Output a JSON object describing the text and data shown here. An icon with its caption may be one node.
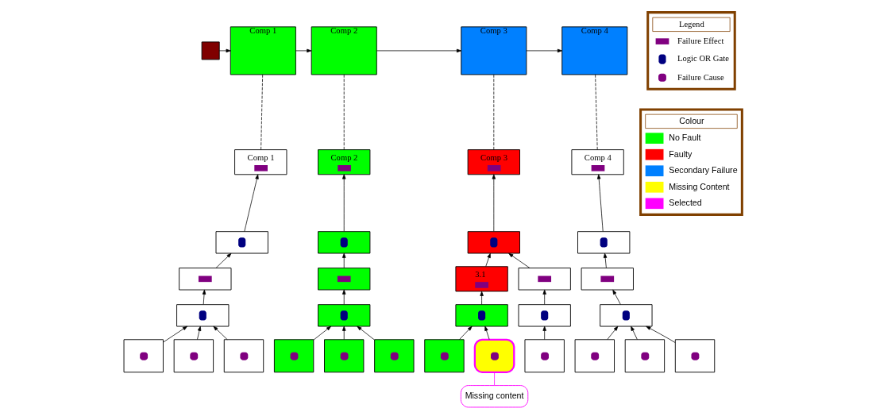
{
  "diagram": {
    "nodes": [
      {
        "text": [],
        "shape": "box"
      },
      {
        "text": [
          "Comp 1"
        ]
      },
      {
        "text": [
          "Comp 2"
        ]
      },
      {
        "text": [
          "Comp 3"
        ]
      },
      {
        "text": [
          "Comp 4"
        ]
      },
      {
        "text": [
          "Comp 1"
        ]
      },
      {
        "text": [],
        "shape": "box"
      },
      {
        "text": [],
        "shape": "box"
      },
      {
        "text": [],
        "shape": "box"
      },
      {
        "text": [],
        "shape": "box"
      },
      {
        "text": [],
        "shape": "box"
      },
      {
        "text": [],
        "shape": "box"
      },
      {
        "text": [
          "Comp 2"
        ]
      },
      {
        "text": [],
        "shape": "box"
      },
      {
        "text": [],
        "shape": "box"
      },
      {
        "text": [],
        "shape": "box"
      },
      {
        "text": [],
        "shape": "box"
      },
      {
        "text": [],
        "shape": "box"
      },
      {
        "text": [],
        "shape": "box"
      },
      {
        "text": [
          "Comp 3"
        ]
      },
      {
        "text": [],
        "shape": "box"
      },
      {
        "text": [
          "3.1"
        ]
      },
      {
        "text": [],
        "shape": "box"
      },
      {
        "text": [],
        "shape": "box"
      },
      {
        "text": [],
        "shape": "box"
      },
      {
        "text": [],
        "shape": "box"
      },
      {
        "text": [],
        "shape": "box"
      },
      {
        "text": [],
        "shape": "box"
      },
      {
        "text": [
          "Missing content"
        ]
      },
      {
        "text": [
          "Comp 4"
        ]
      },
      {
        "text": [],
        "shape": "box"
      },
      {
        "text": [],
        "shape": "box"
      },
      {
        "text": [],
        "shape": "box"
      },
      {
        "text": [],
        "shape": "box"
      },
      {
        "text": [],
        "shape": "box"
      },
      {
        "text": [],
        "shape": "box"
      }
    ],
    "edges": [
      {
        "from": 0,
        "to": 1,
        "arrow": "to"
      },
      {
        "from": 1,
        "to": 2,
        "arrow": "to"
      },
      {
        "from": 2,
        "to": 3,
        "arrow": "to"
      },
      {
        "from": 3,
        "to": 4,
        "arrow": "to"
      },
      {
        "from": 1,
        "to": 5,
        "arrow": "none",
        "style": "dashed"
      },
      {
        "from": 2,
        "to": 12,
        "arrow": "none",
        "style": "dashed"
      },
      {
        "from": 3,
        "to": 19,
        "arrow": "none",
        "style": "dashed"
      },
      {
        "from": 4,
        "to": 29,
        "arrow": "none",
        "style": "dashed"
      },
      {
        "from": 6,
        "to": 5,
        "arrow": "to"
      },
      {
        "from": 7,
        "to": 6,
        "arrow": "to"
      },
      {
        "from": 8,
        "to": 7,
        "arrow": "to"
      },
      {
        "from": 9,
        "to": 8,
        "arrow": "to"
      },
      {
        "from": 10,
        "to": 8,
        "arrow": "to"
      },
      {
        "from": 11,
        "to": 8,
        "arrow": "to"
      },
      {
        "from": 13,
        "to": 12,
        "arrow": "to"
      },
      {
        "from": 14,
        "to": 13,
        "arrow": "to"
      },
      {
        "from": 15,
        "to": 14,
        "arrow": "to"
      },
      {
        "from": 16,
        "to": 15,
        "arrow": "to"
      },
      {
        "from": 17,
        "to": 15,
        "arrow": "to"
      },
      {
        "from": 18,
        "to": 15,
        "arrow": "to"
      },
      {
        "from": 20,
        "to": 19,
        "arrow": "to"
      },
      {
        "from": 21,
        "to": 20,
        "arrow": "to"
      },
      {
        "from": 25,
        "to": 20,
        "arrow": "to"
      },
      {
        "from": 22,
        "to": 21,
        "arrow": "to"
      },
      {
        "from": 23,
        "to": 22,
        "arrow": "to"
      },
      {
        "from": 24,
        "to": 22,
        "arrow": "to"
      },
      {
        "from": 26,
        "to": 25,
        "arrow": "to"
      },
      {
        "from": 27,
        "to": 26,
        "arrow": "to"
      },
      {
        "from": 28,
        "to": 24,
        "arrow": "none",
        "color": "#ff00ff"
      },
      {
        "from": 30,
        "to": 29,
        "arrow": "to"
      },
      {
        "from": 31,
        "to": 30,
        "arrow": "to"
      },
      {
        "from": 32,
        "to": 31,
        "arrow": "to"
      },
      {
        "from": 33,
        "to": 32,
        "arrow": "to"
      },
      {
        "from": 34,
        "to": 32,
        "arrow": "to"
      },
      {
        "from": 35,
        "to": 32,
        "arrow": "to"
      }
    ],
    "labels": [
      "Legend",
      "Colour"
    ],
    "legend": [
      {
        "text": "Failure Effect"
      },
      {
        "text": "Logic OR Gate"
      },
      {
        "text": "Failure Cause"
      },
      {
        "text": "No Fault",
        "color": "#00ff00"
      },
      {
        "text": "Faulty",
        "color": "#ff0000"
      },
      {
        "text": "Secondary Failure",
        "color": "#0080ff"
      },
      {
        "text": "Missing Content",
        "color": "#ffff00"
      },
      {
        "text": "Selected",
        "color": "#ff00ff"
      }
    ]
  }
}
